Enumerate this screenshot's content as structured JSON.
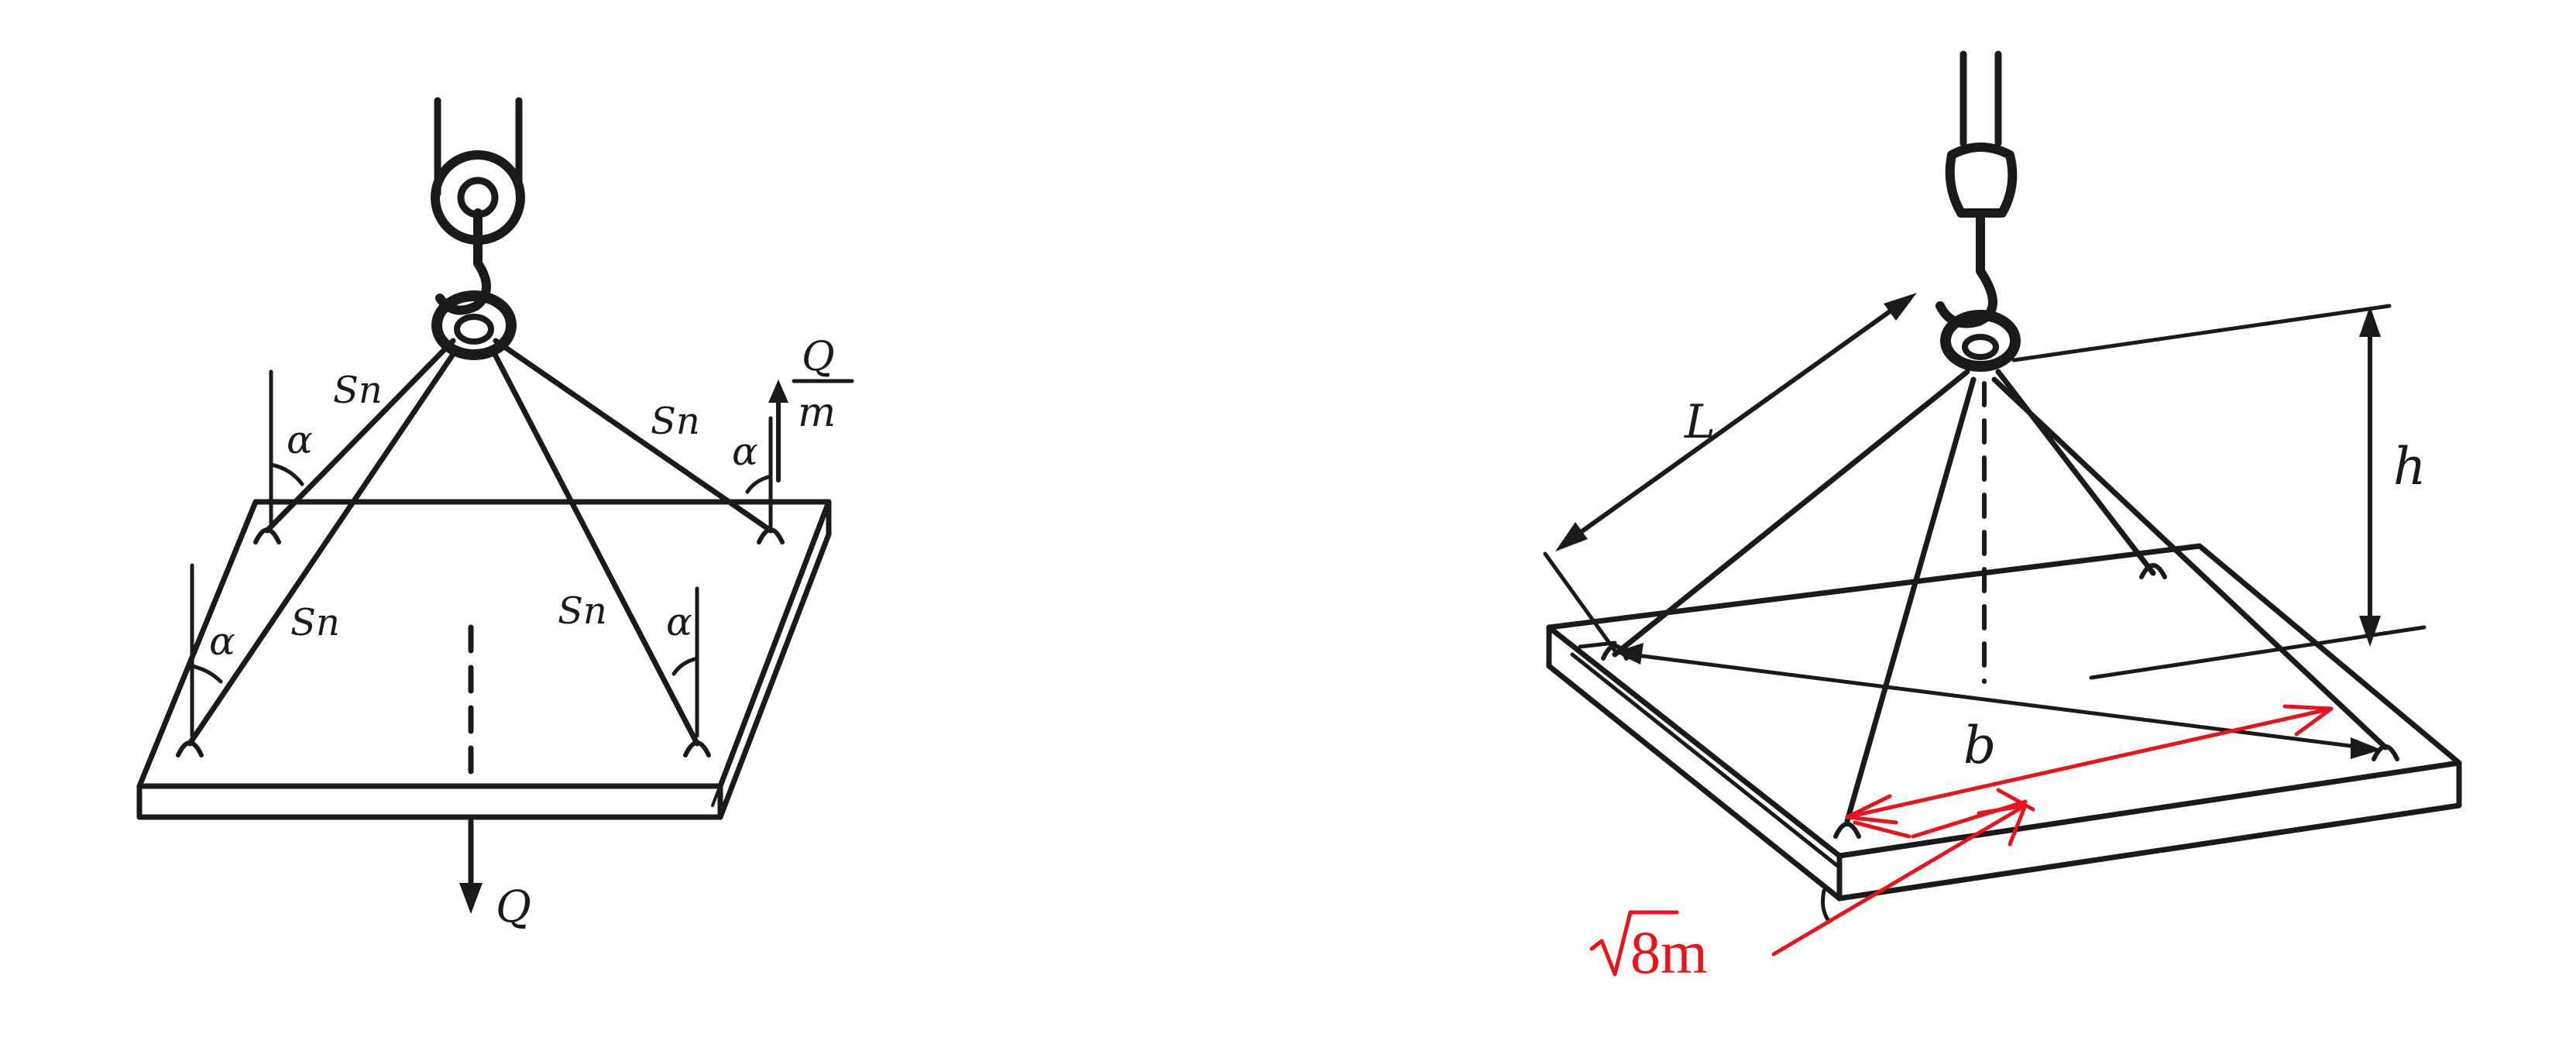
{
  "left_figure": {
    "labels": {
      "s_n": "Sn",
      "alpha": "α",
      "q_over": "Q",
      "m_under": "m",
      "q_weight": "Q"
    }
  },
  "right_figure": {
    "labels": {
      "length": "L",
      "height": "h",
      "base": "b",
      "distance_value": "8m"
    }
  },
  "colors": {
    "ink": "#1a1a1a",
    "annotation": "#e8141b"
  }
}
